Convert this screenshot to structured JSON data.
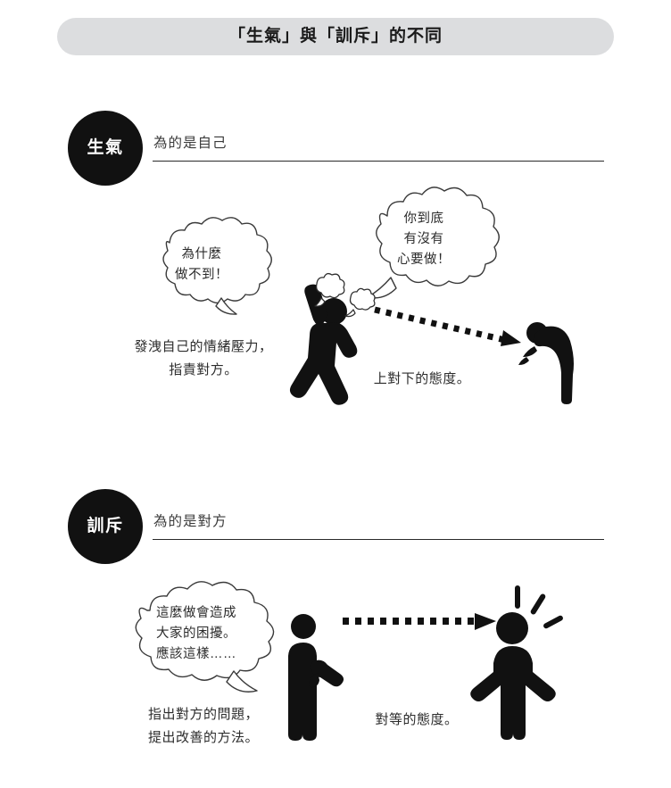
{
  "page": {
    "title": "「生氣」與「訓斥」的不同",
    "background_color": "#ffffff",
    "title_bar_color": "#dcdddf",
    "ink_color": "#111111"
  },
  "sections": [
    {
      "badge_label": "生氣",
      "subtitle": "為的是自己",
      "bubbles": [
        {
          "name": "left-bubble",
          "lines": [
            "為什麼",
            "做不到！"
          ]
        },
        {
          "name": "right-bubble",
          "lines": [
            "你到底",
            "有沒有",
            "心要做！"
          ]
        }
      ],
      "captions": [
        {
          "name": "behaviour-caption",
          "lines": [
            "發洩自己的情緒壓力，",
            "指責對方。"
          ]
        },
        {
          "name": "attitude-caption",
          "lines": [
            "上對下的態度。"
          ]
        }
      ],
      "figures": [
        {
          "name": "angry-person-icon",
          "description": "生氣的人"
        },
        {
          "name": "cowering-person-icon",
          "description": "被罵的人"
        }
      ],
      "arrow": {
        "name": "downward-dotted-arrow",
        "direction": "上對下"
      }
    },
    {
      "badge_label": "訓斥",
      "subtitle": "為的是對方",
      "bubbles": [
        {
          "name": "left-bubble",
          "lines": [
            "這麼做會造成",
            "大家的困擾。",
            "應該這樣……"
          ]
        }
      ],
      "captions": [
        {
          "name": "behaviour-caption",
          "lines": [
            "指出對方的問題，",
            "提出改善的方法。"
          ]
        },
        {
          "name": "attitude-caption",
          "lines": [
            "對等的態度。"
          ]
        }
      ],
      "figures": [
        {
          "name": "speaking-person-icon",
          "description": "訓斥的人"
        },
        {
          "name": "understanding-person-icon",
          "description": "理解的人"
        }
      ],
      "arrow": {
        "name": "horizontal-dotted-arrow",
        "direction": "對等"
      }
    }
  ]
}
